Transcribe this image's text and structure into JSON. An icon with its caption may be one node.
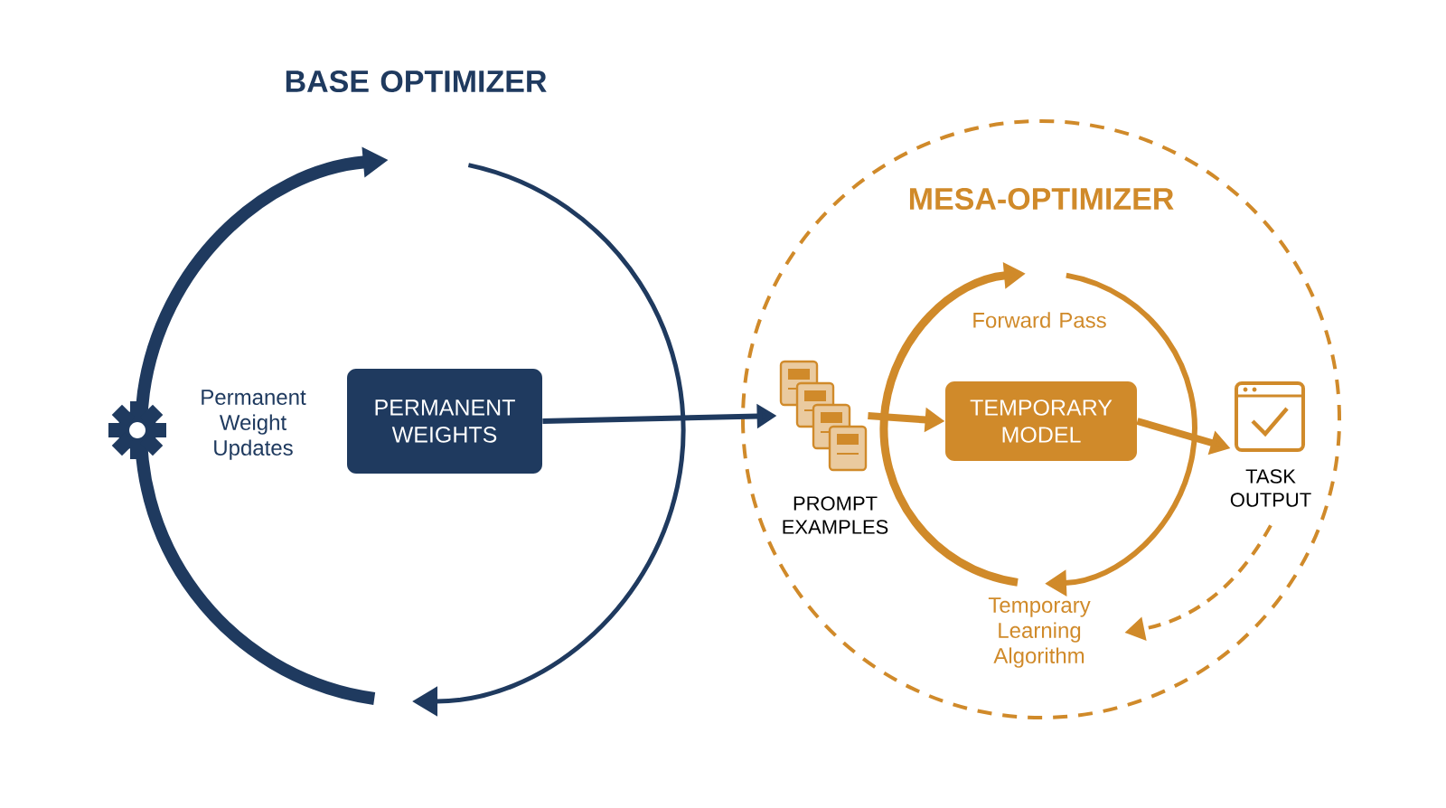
{
  "diagram": {
    "nodes": [
      {
        "text": [
          "PERMANENT WEIGHTS"
        ]
      },
      {
        "text": [
          "MESA-OPTIMIZER"
        ]
      },
      {
        "text": [
          "PROMPT EXAMPLES"
        ],
        "in": 1
      },
      {
        "text": [
          "TEMPORARY MODEL"
        ],
        "in": 1
      },
      {
        "text": [
          "TASK OUTPUT"
        ],
        "in": 1
      },
      {
        "text": [
          "Temporary Learning Algorithm"
        ],
        "in": 1
      }
    ],
    "edges": [
      {
        "from": 0,
        "to": 2,
        "arrow": "to",
        "color": "#1f3a5f"
      },
      {
        "from": 2,
        "to": 3,
        "arrow": "to"
      },
      {
        "from": 3,
        "to": 4,
        "arrow": "to"
      },
      {
        "from": 4,
        "to": 5,
        "arrow": "to",
        "style": "dashed"
      }
    ],
    "labels": [
      "BASE OPTIMIZER",
      "Permanent Weight Updates",
      "Forward Pass"
    ]
  }
}
